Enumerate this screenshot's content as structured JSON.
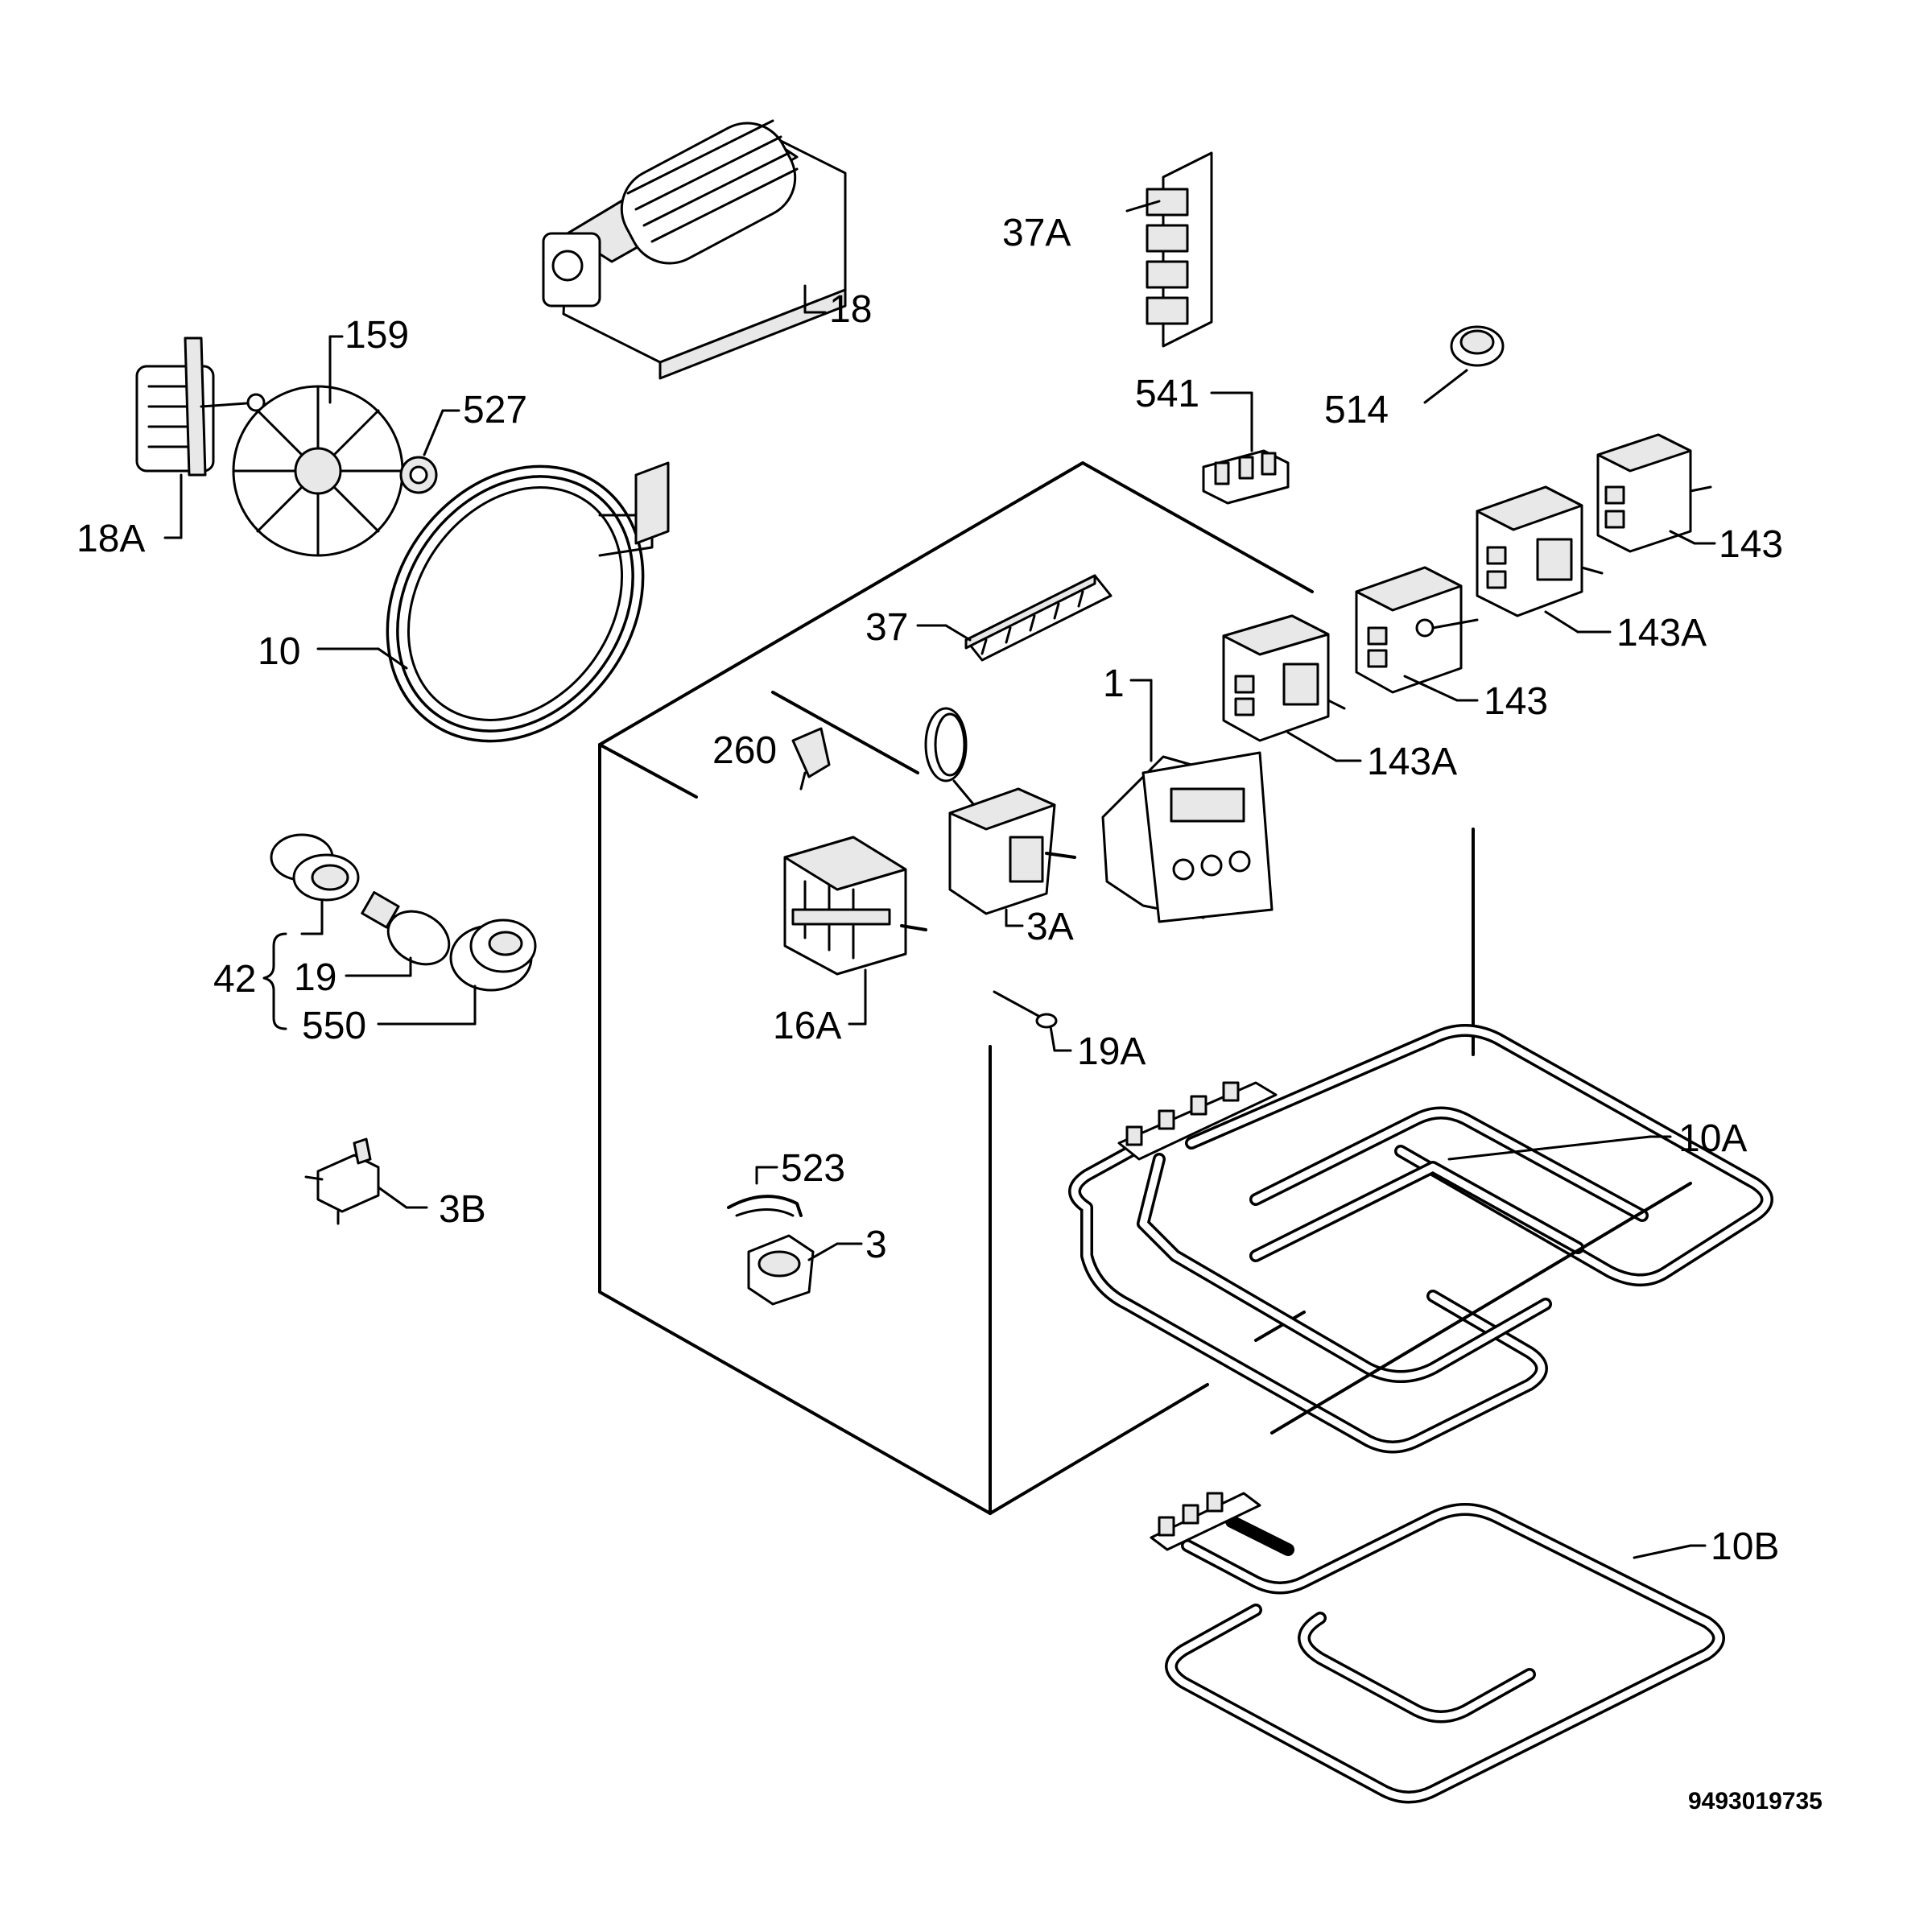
{
  "document_number": "9493019735",
  "labels": {
    "l18": "18",
    "l37A": "37A",
    "l159": "159",
    "l527": "527",
    "l541": "541",
    "l514": "514",
    "l18A": "18A",
    "l143_top": "143",
    "l143A_top": "143A",
    "l10": "10",
    "l37": "37",
    "l1": "1",
    "l143_mid": "143",
    "l143A_mid": "143A",
    "l260": "260",
    "l3A": "3A",
    "l42": "42",
    "l19": "19",
    "l550": "550",
    "l16A": "16A",
    "l19A": "19A",
    "l10A": "10A",
    "l523": "523",
    "l3": "3",
    "l3B": "3B",
    "l10B": "10B"
  }
}
